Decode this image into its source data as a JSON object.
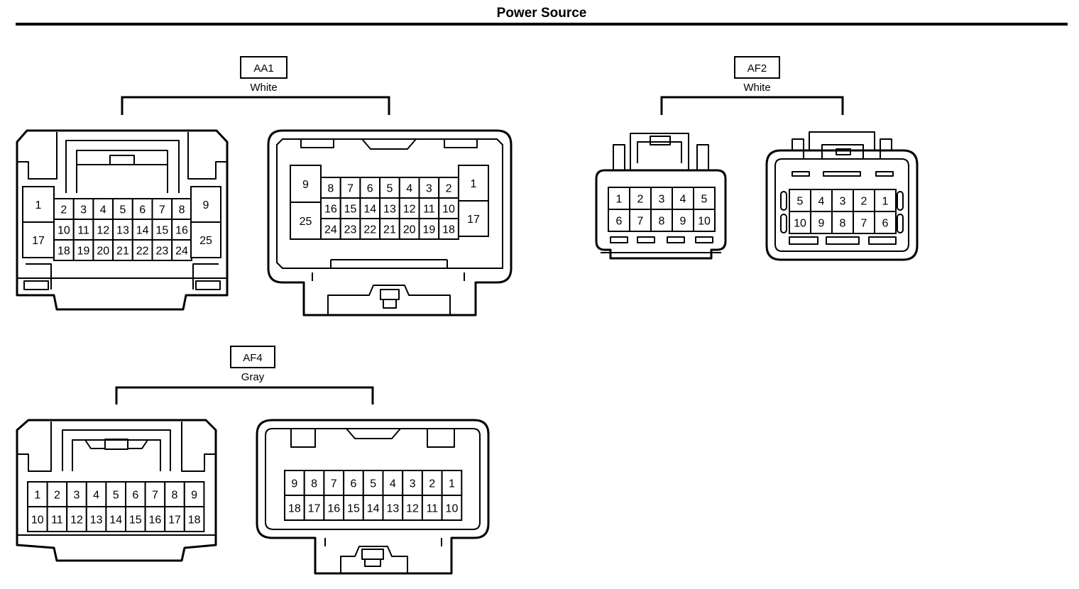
{
  "title": "Power Source",
  "connectors": [
    {
      "id": "AA1",
      "color": "White",
      "male": {
        "rows": [
          [
            "2",
            "3",
            "4",
            "5",
            "6",
            "7",
            "8"
          ],
          [
            "10",
            "11",
            "12",
            "13",
            "14",
            "15",
            "16"
          ],
          [
            "18",
            "19",
            "20",
            "21",
            "22",
            "23",
            "24"
          ]
        ],
        "side_left": [
          "1",
          "17"
        ],
        "side_right": [
          "9",
          "25"
        ]
      },
      "female": {
        "rows": [
          [
            "8",
            "7",
            "6",
            "5",
            "4",
            "3",
            "2"
          ],
          [
            "16",
            "15",
            "14",
            "13",
            "12",
            "11",
            "10"
          ],
          [
            "24",
            "23",
            "22",
            "21",
            "20",
            "19",
            "18"
          ]
        ],
        "side_left": [
          "9",
          "25"
        ],
        "side_right": [
          "1",
          "17"
        ]
      }
    },
    {
      "id": "AF2",
      "color": "White",
      "male": {
        "rows": [
          [
            "1",
            "2",
            "3",
            "4",
            "5"
          ],
          [
            "6",
            "7",
            "8",
            "9",
            "10"
          ]
        ]
      },
      "female": {
        "rows": [
          [
            "5",
            "4",
            "3",
            "2",
            "1"
          ],
          [
            "10",
            "9",
            "8",
            "7",
            "6"
          ]
        ]
      }
    },
    {
      "id": "AF4",
      "color": "Gray",
      "male": {
        "rows": [
          [
            "1",
            "2",
            "3",
            "4",
            "5",
            "6",
            "7",
            "8",
            "9"
          ],
          [
            "10",
            "11",
            "12",
            "13",
            "14",
            "15",
            "16",
            "17",
            "18"
          ]
        ]
      },
      "female": {
        "rows": [
          [
            "9",
            "8",
            "7",
            "6",
            "5",
            "4",
            "3",
            "2",
            "1"
          ],
          [
            "18",
            "17",
            "16",
            "15",
            "14",
            "13",
            "12",
            "11",
            "10"
          ]
        ]
      }
    }
  ]
}
